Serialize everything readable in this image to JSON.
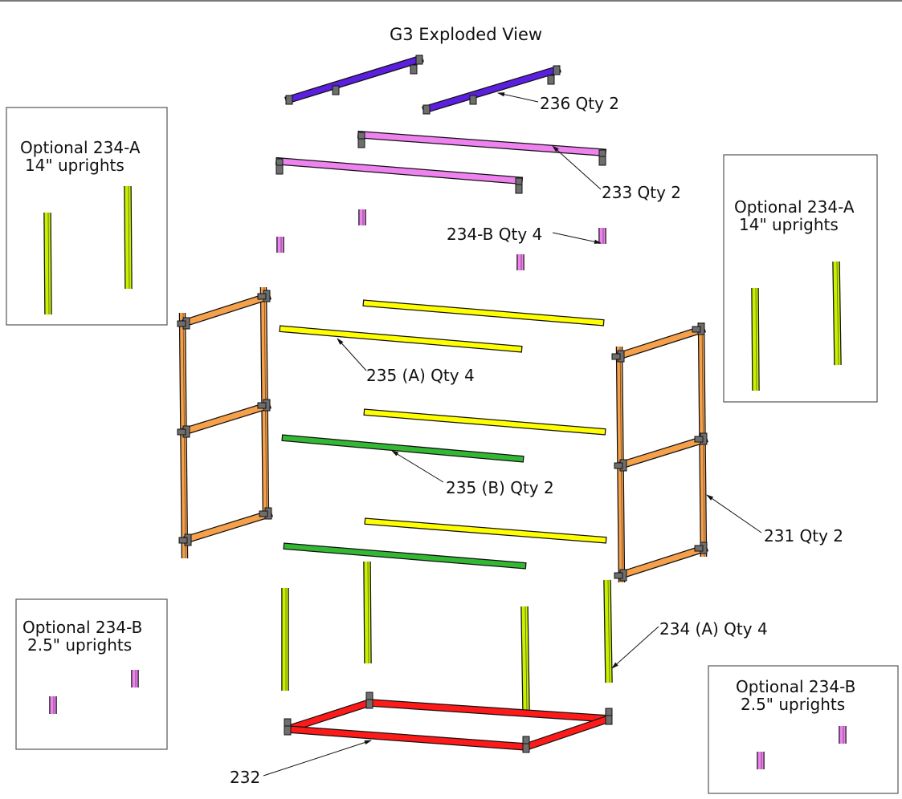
{
  "title": "G3 Exploded View",
  "colors": {
    "part_236": "#5b1fe0",
    "part_233": "#ee82ee",
    "part_234B": "#ee82ee",
    "part_235A": "#ffff00",
    "part_235B": "#33b833",
    "part_231": "#f5a04a",
    "part_234A": "#c8f000",
    "part_232": "#ff1a1a",
    "connector": "#6e6e6e",
    "outline": "#111111"
  },
  "callouts": {
    "c236": "236 Qty 2",
    "c233": "233 Qty 2",
    "c234B": "234-B Qty 4",
    "c235A": "235 (A) Qty 4",
    "c235B": "235 (B) Qty 2",
    "c231": "231 Qty 2",
    "c234A": "234 (A) Qty 4",
    "c232": "232"
  },
  "option_boxes": {
    "top_left": {
      "line1": "Optional 234-A",
      "line2": "14\" uprights"
    },
    "top_right": {
      "line1": "Optional 234-A",
      "line2": "14\" uprights"
    },
    "bottom_left": {
      "line1": "Optional 234-B",
      "line2": "2.5\" uprights"
    },
    "bottom_right": {
      "line1": "Optional 234-B",
      "line2": "2.5\" uprights"
    }
  }
}
